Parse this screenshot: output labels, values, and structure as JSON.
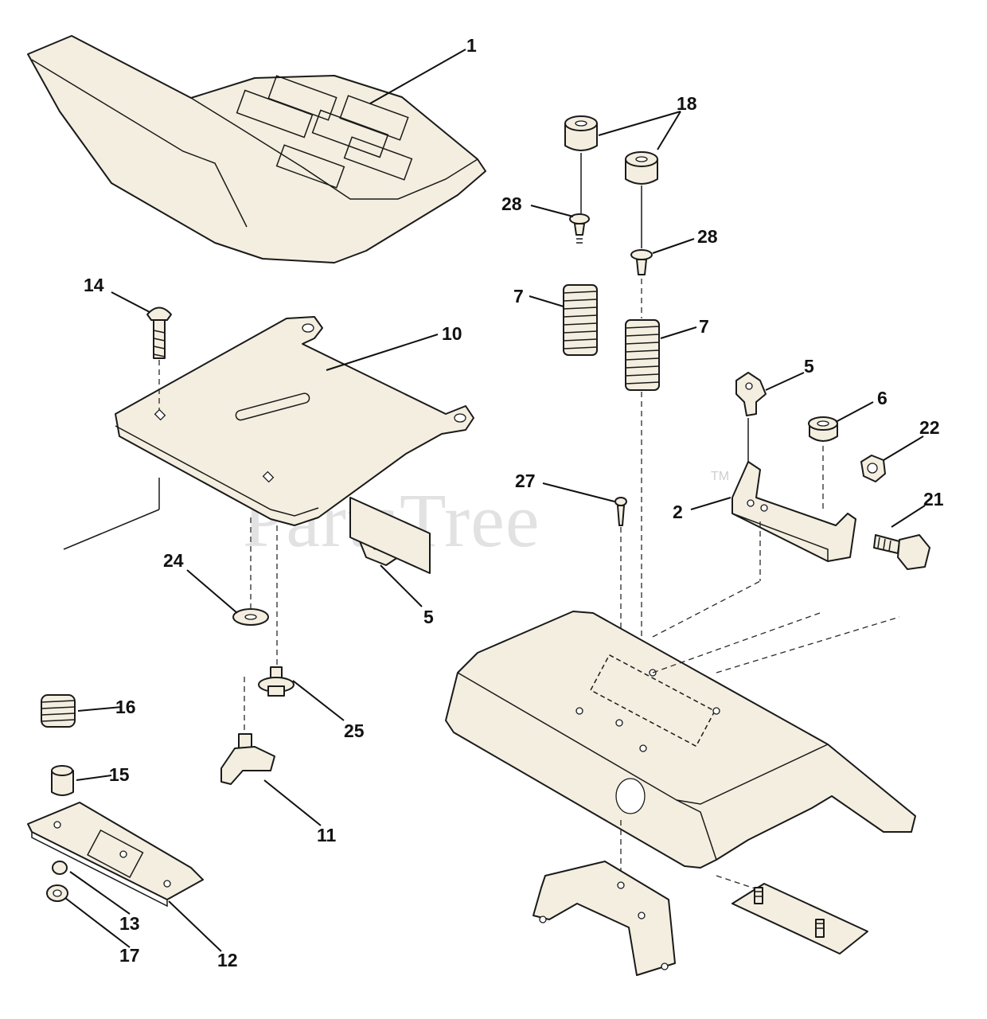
{
  "watermark": {
    "text": "PartsTree",
    "tm": "TM"
  },
  "callouts": {
    "c1": "1",
    "c18": "18",
    "c28a": "28",
    "c28b": "28",
    "c14": "14",
    "c10": "10",
    "c7a": "7",
    "c7b": "7",
    "c5a": "5",
    "c6": "6",
    "c22": "22",
    "c27": "27",
    "c2": "2",
    "c21": "21",
    "c24": "24",
    "c5b": "5",
    "c16": "16",
    "c25": "25",
    "c15": "15",
    "c11": "11",
    "c13": "13",
    "c17": "17",
    "c12": "12"
  }
}
